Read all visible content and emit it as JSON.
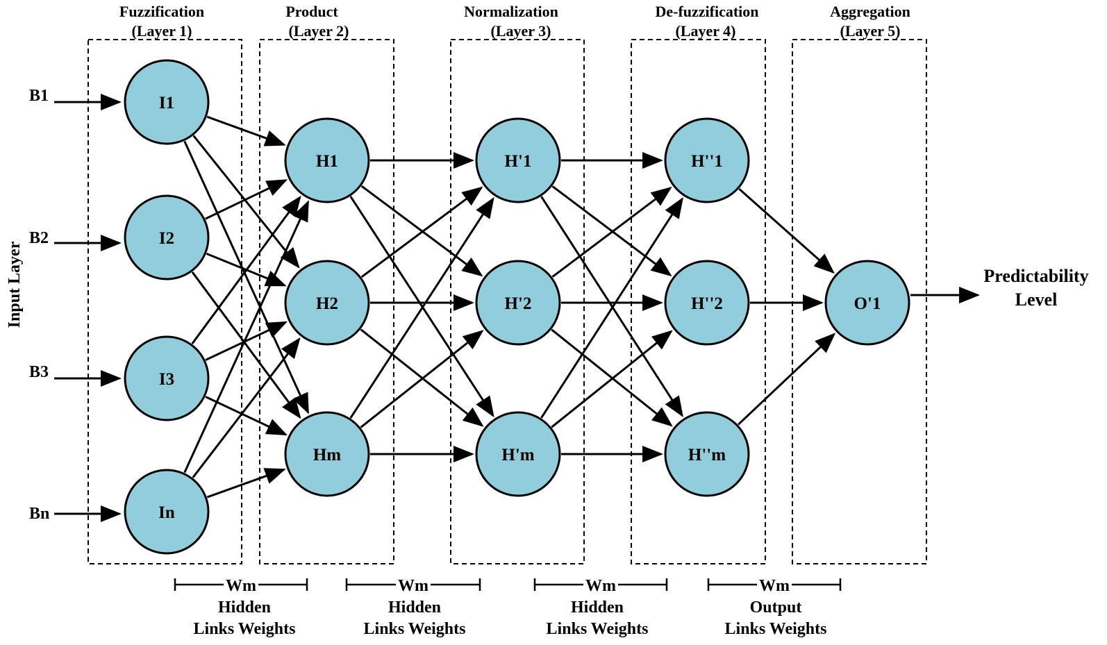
{
  "layers": [
    {
      "id": "L1",
      "name": "Fuzzification",
      "sub": "(Layer 1)"
    },
    {
      "id": "L2",
      "name": "Product",
      "sub": "(Layer 2)"
    },
    {
      "id": "L3",
      "name": "Normalization",
      "sub": "(Layer 3)"
    },
    {
      "id": "L4",
      "name": "De-fuzzification",
      "sub": "(Layer 4)"
    },
    {
      "id": "L5",
      "name": "Aggregation",
      "sub": "(Layer 5)"
    }
  ],
  "input_layer_label": "Input Layer",
  "inputs": [
    "B1",
    "B2",
    "B3",
    "Bn"
  ],
  "nodes": {
    "layer1": [
      "I1",
      "I2",
      "I3",
      "In"
    ],
    "layer2": [
      "H1",
      "H2",
      "Hm"
    ],
    "layer3": [
      "H'1",
      "H'2",
      "H'm"
    ],
    "layer4": [
      "H''1",
      "H''2",
      "H''m"
    ],
    "layer5": [
      "O'1"
    ]
  },
  "output": {
    "line1": "Predictability",
    "line2": "Level"
  },
  "weights": [
    {
      "label": "Wm",
      "line1": "Hidden",
      "line2": "Links Weights"
    },
    {
      "label": "Wm",
      "line1": "Hidden",
      "line2": "Links Weights"
    },
    {
      "label": "Wm",
      "line1": "Hidden",
      "line2": "Links Weights"
    },
    {
      "label": "Wm",
      "line1": "Output",
      "line2": "Links Weights"
    }
  ]
}
